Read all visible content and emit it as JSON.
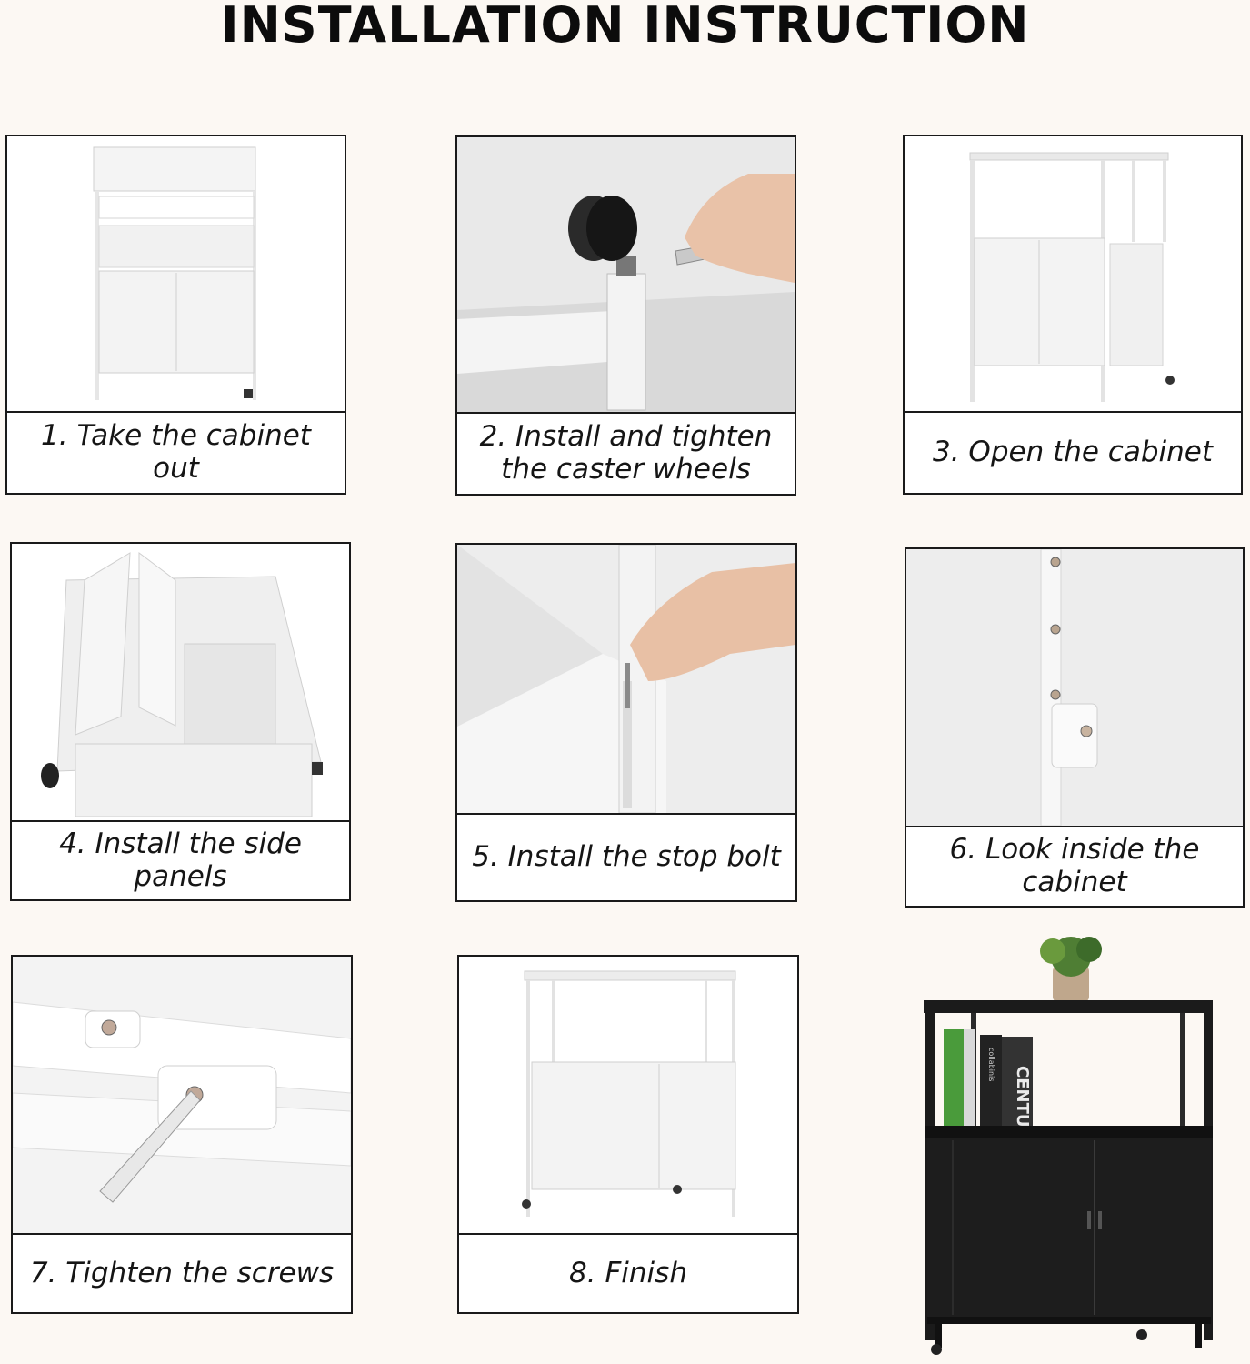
{
  "title": "INSTALLATION INSTRUCTION",
  "steps": [
    {
      "caption": "1. Take the cabinet out",
      "icon": "cabinet-folded-photo"
    },
    {
      "caption": "2. Install and tighten the caster wheels",
      "icon": "caster-wheel-photo"
    },
    {
      "caption": "3. Open the cabinet",
      "icon": "cabinet-open-photo"
    },
    {
      "caption": "4. Install the side panels",
      "icon": "side-panels-photo"
    },
    {
      "caption": "5. Install the stop bolt",
      "icon": "stop-bolt-photo"
    },
    {
      "caption": "6. Look inside the cabinet",
      "icon": "hinge-inside-photo"
    },
    {
      "caption": "7. Tighten the screws",
      "icon": "screwdriver-photo"
    },
    {
      "caption": "8. Finish",
      "icon": "finished-white-cabinet-photo"
    }
  ],
  "final_product": {
    "icon": "finished-black-cabinet-photo",
    "book_spine_text": "CENTURY",
    "book_spine_small": "collabinis"
  },
  "colors": {
    "background": "#fcf8f3",
    "border": "#1a1a1a",
    "text": "#151515",
    "cabinet_white": "#f2f2f2",
    "cabinet_black": "#1b1b1b"
  }
}
